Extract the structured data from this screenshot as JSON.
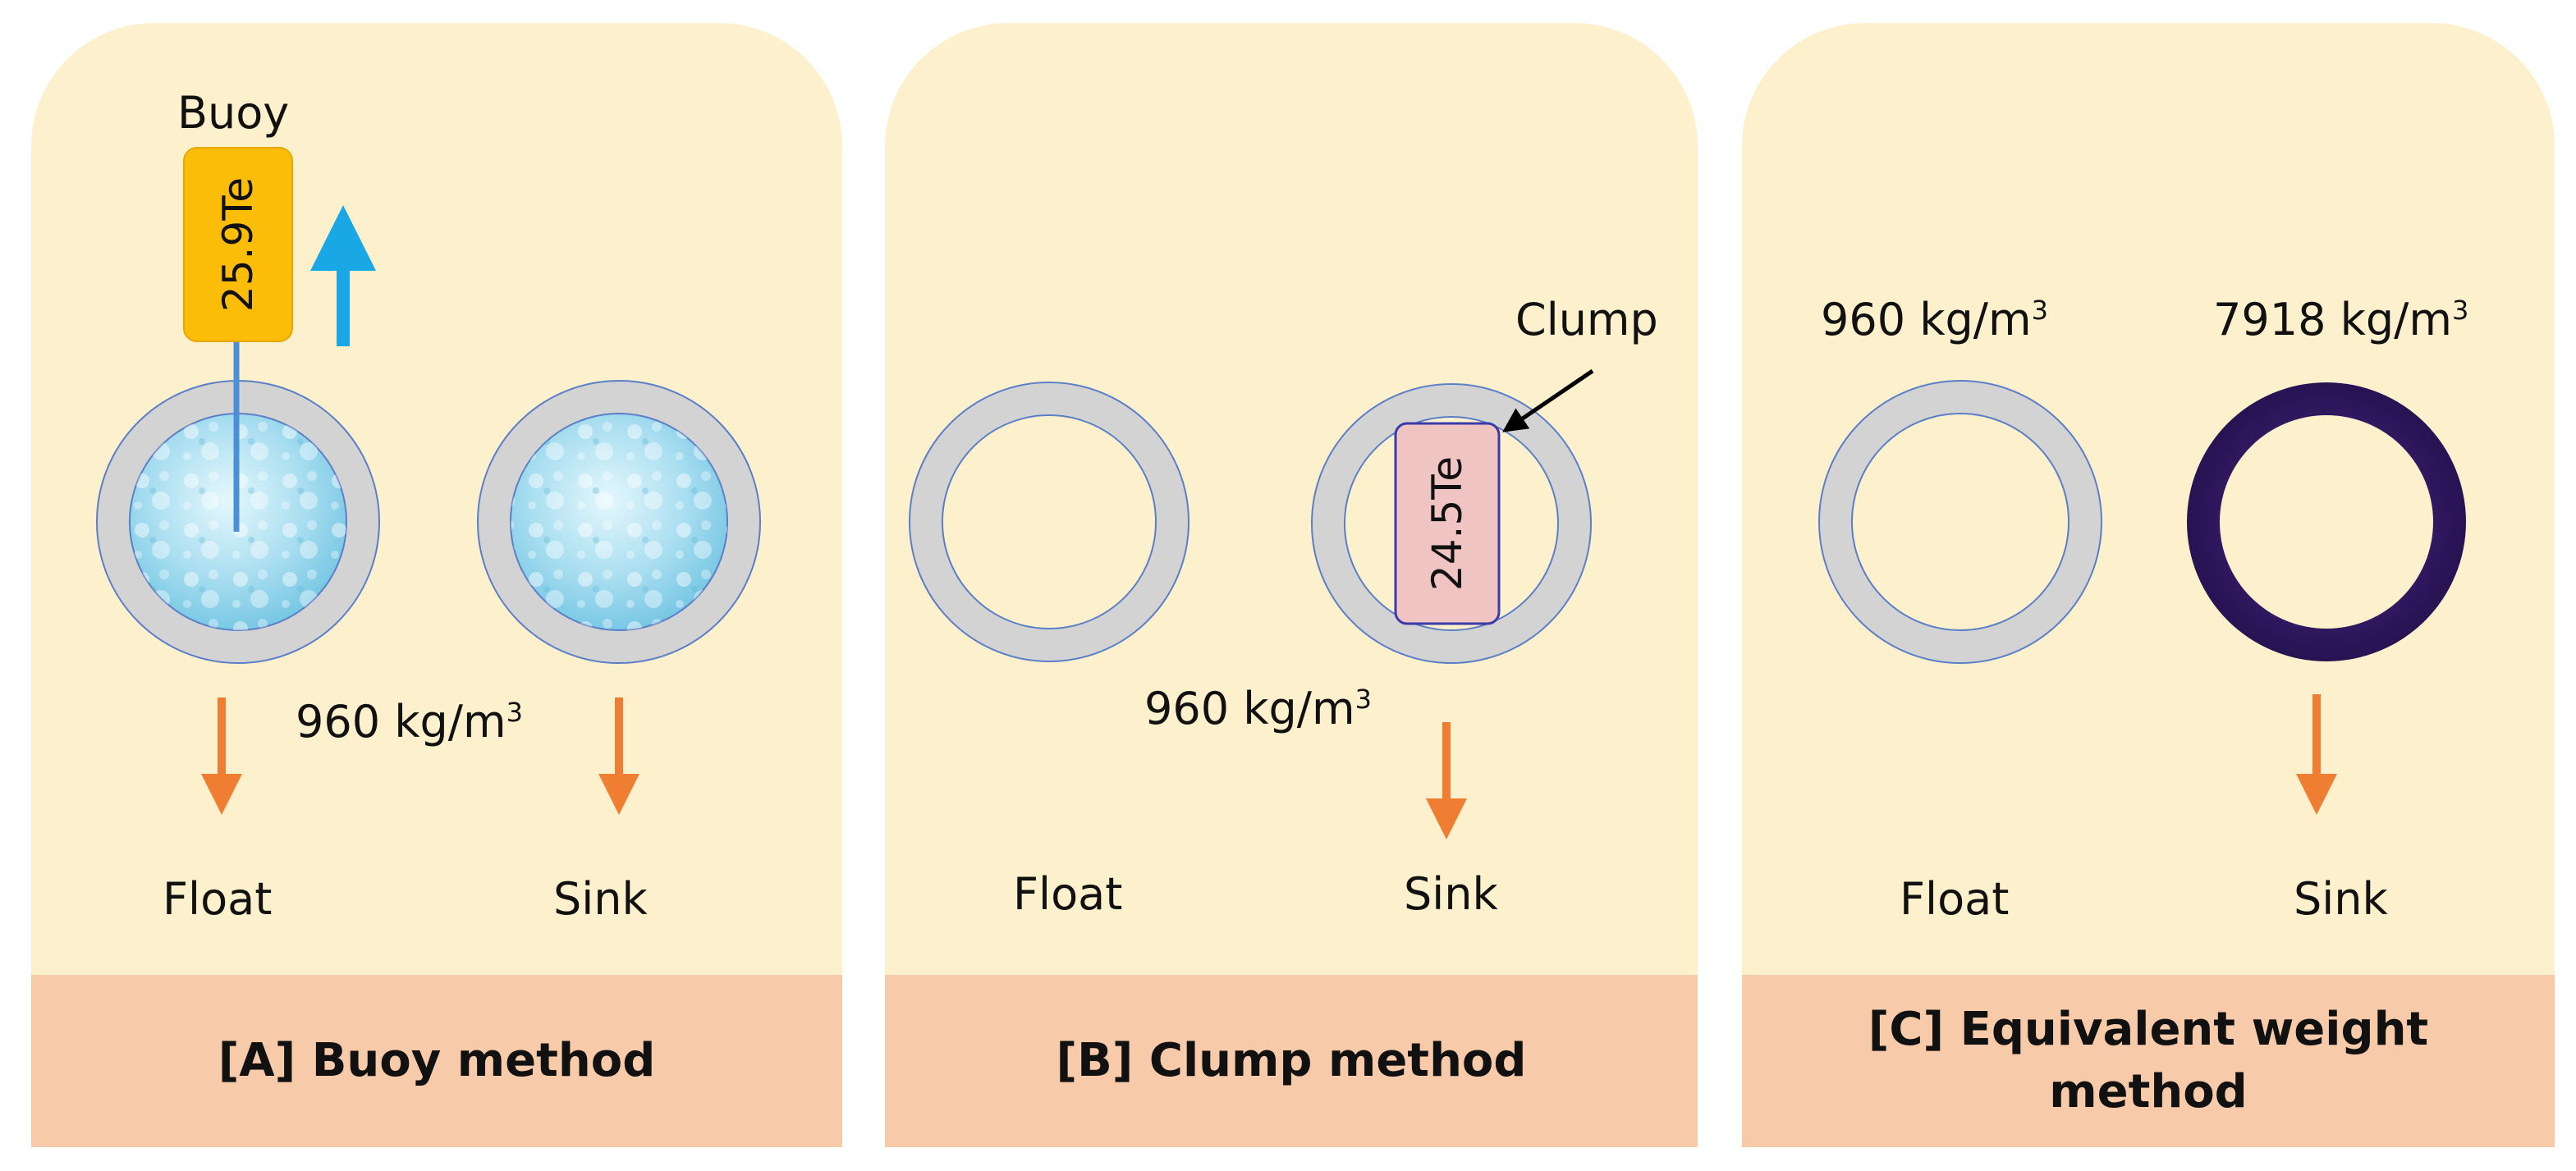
{
  "panels": [
    {
      "buoy_label": "Buoy",
      "buoy_weight": "25.9Te",
      "density": "960 kg/m",
      "density_exp": "3",
      "left_label": "Float",
      "right_label": "Sink",
      "title": "[A] Buoy method"
    },
    {
      "clump_label": "Clump",
      "clump_weight": "24.5Te",
      "density": "960 kg/m",
      "density_exp": "3",
      "left_label": "Float",
      "right_label": "Sink",
      "title": "[B] Clump method"
    },
    {
      "left_density": "960 kg/m",
      "left_density_exp": "3",
      "right_density": "7918 kg/m",
      "right_density_exp": "3",
      "left_label": "Float",
      "right_label": "Sink",
      "title": "[C] Equivalent weight method"
    }
  ],
  "colors": {
    "panel_bg": "#fdf0cd",
    "footer_bg": "#f7cba9",
    "pipe_ring": "#d3d3d3",
    "heavy_ring": "#3a1a6e",
    "buoy": "#fbbd08",
    "clump": "#f1c4c4",
    "up_arrow": "#1aa7e6",
    "down_arrow": "#ef7d32"
  }
}
